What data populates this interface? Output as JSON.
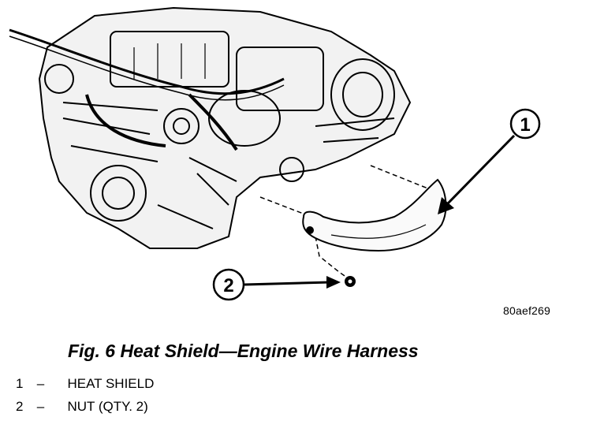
{
  "figure": {
    "callouts": [
      {
        "number": "1"
      },
      {
        "number": "2"
      }
    ],
    "image_code": "80aef269",
    "icons": [
      "engine-illustration",
      "heat-shield-part",
      "nut-part"
    ]
  },
  "caption": "Fig. 6 Heat Shield—Engine Wire Harness",
  "legend": [
    {
      "number": "1",
      "dash": "–",
      "label": "HEAT SHIELD"
    },
    {
      "number": "2",
      "dash": "–",
      "label": "NUT (QTY. 2)"
    }
  ]
}
